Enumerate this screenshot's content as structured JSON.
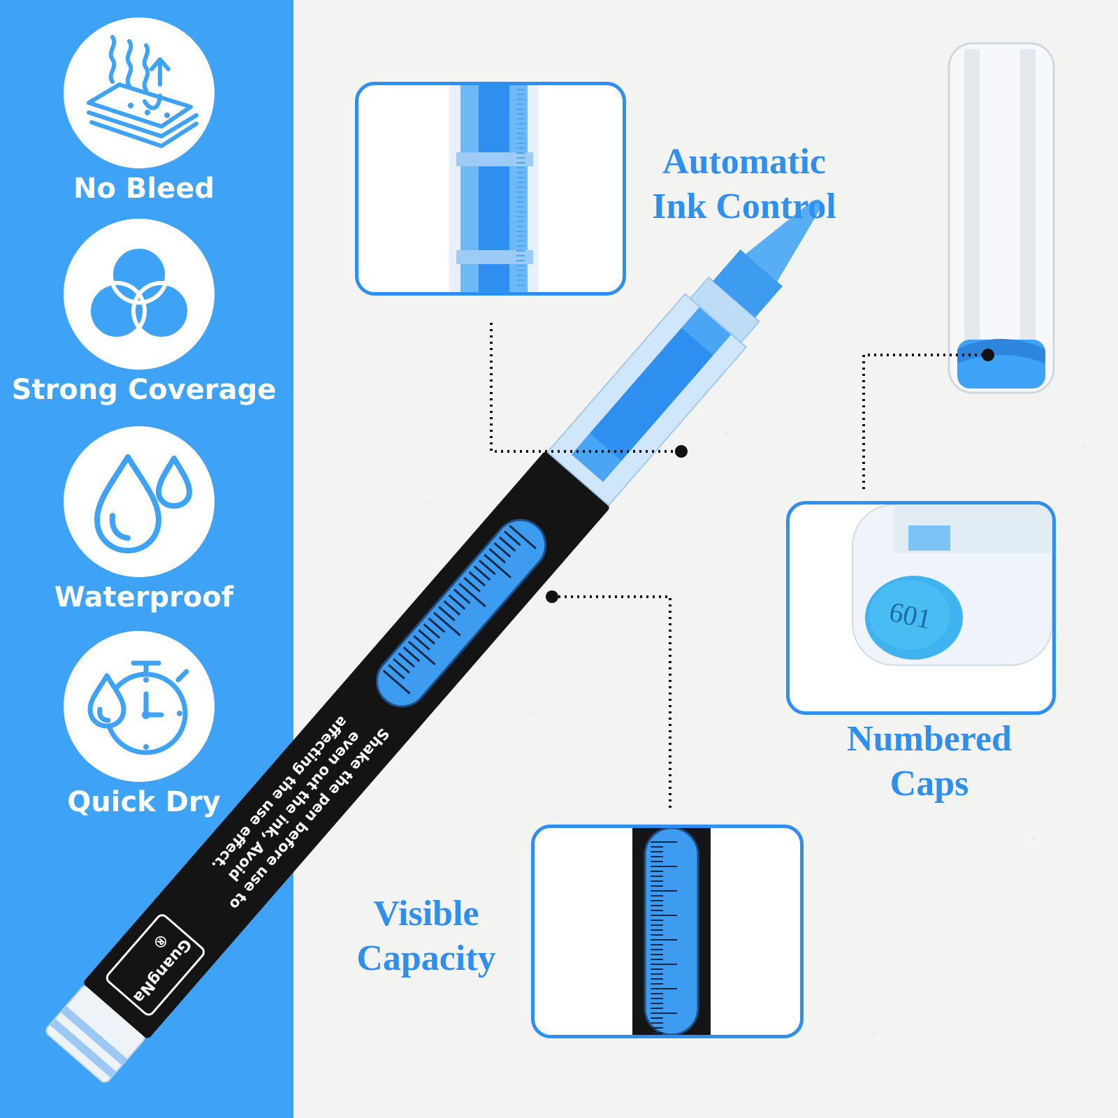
{
  "features": [
    {
      "label": "No Bleed",
      "icon": "no-bleed-icon"
    },
    {
      "label": "Strong Coverage",
      "icon": "overlapping-circles-icon"
    },
    {
      "label": "Waterproof",
      "icon": "water-drops-icon"
    },
    {
      "label": "Quick Dry",
      "icon": "stopwatch-drop-icon"
    }
  ],
  "callouts": {
    "ink_control_line1": "Automatic",
    "ink_control_line2": "Ink Control",
    "numbered_caps_line1": "Numbered",
    "numbered_caps_line2": "Caps",
    "visible_capacity_line1": "Visible",
    "visible_capacity_line2": "Capacity"
  },
  "pen": {
    "instruction_line1": "Shake the pen before use to",
    "instruction_line2": "even out the ink, Avoid",
    "instruction_line3": "affecting the use effect.",
    "brand": "GuangNa",
    "registered_mark": "®",
    "cap_number": "601"
  },
  "colors": {
    "accent_blue": "#3ea2f7",
    "callout_blue": "#2f8ff0",
    "ink_blue": "#3d9bf0",
    "pen_body": "#141414"
  }
}
